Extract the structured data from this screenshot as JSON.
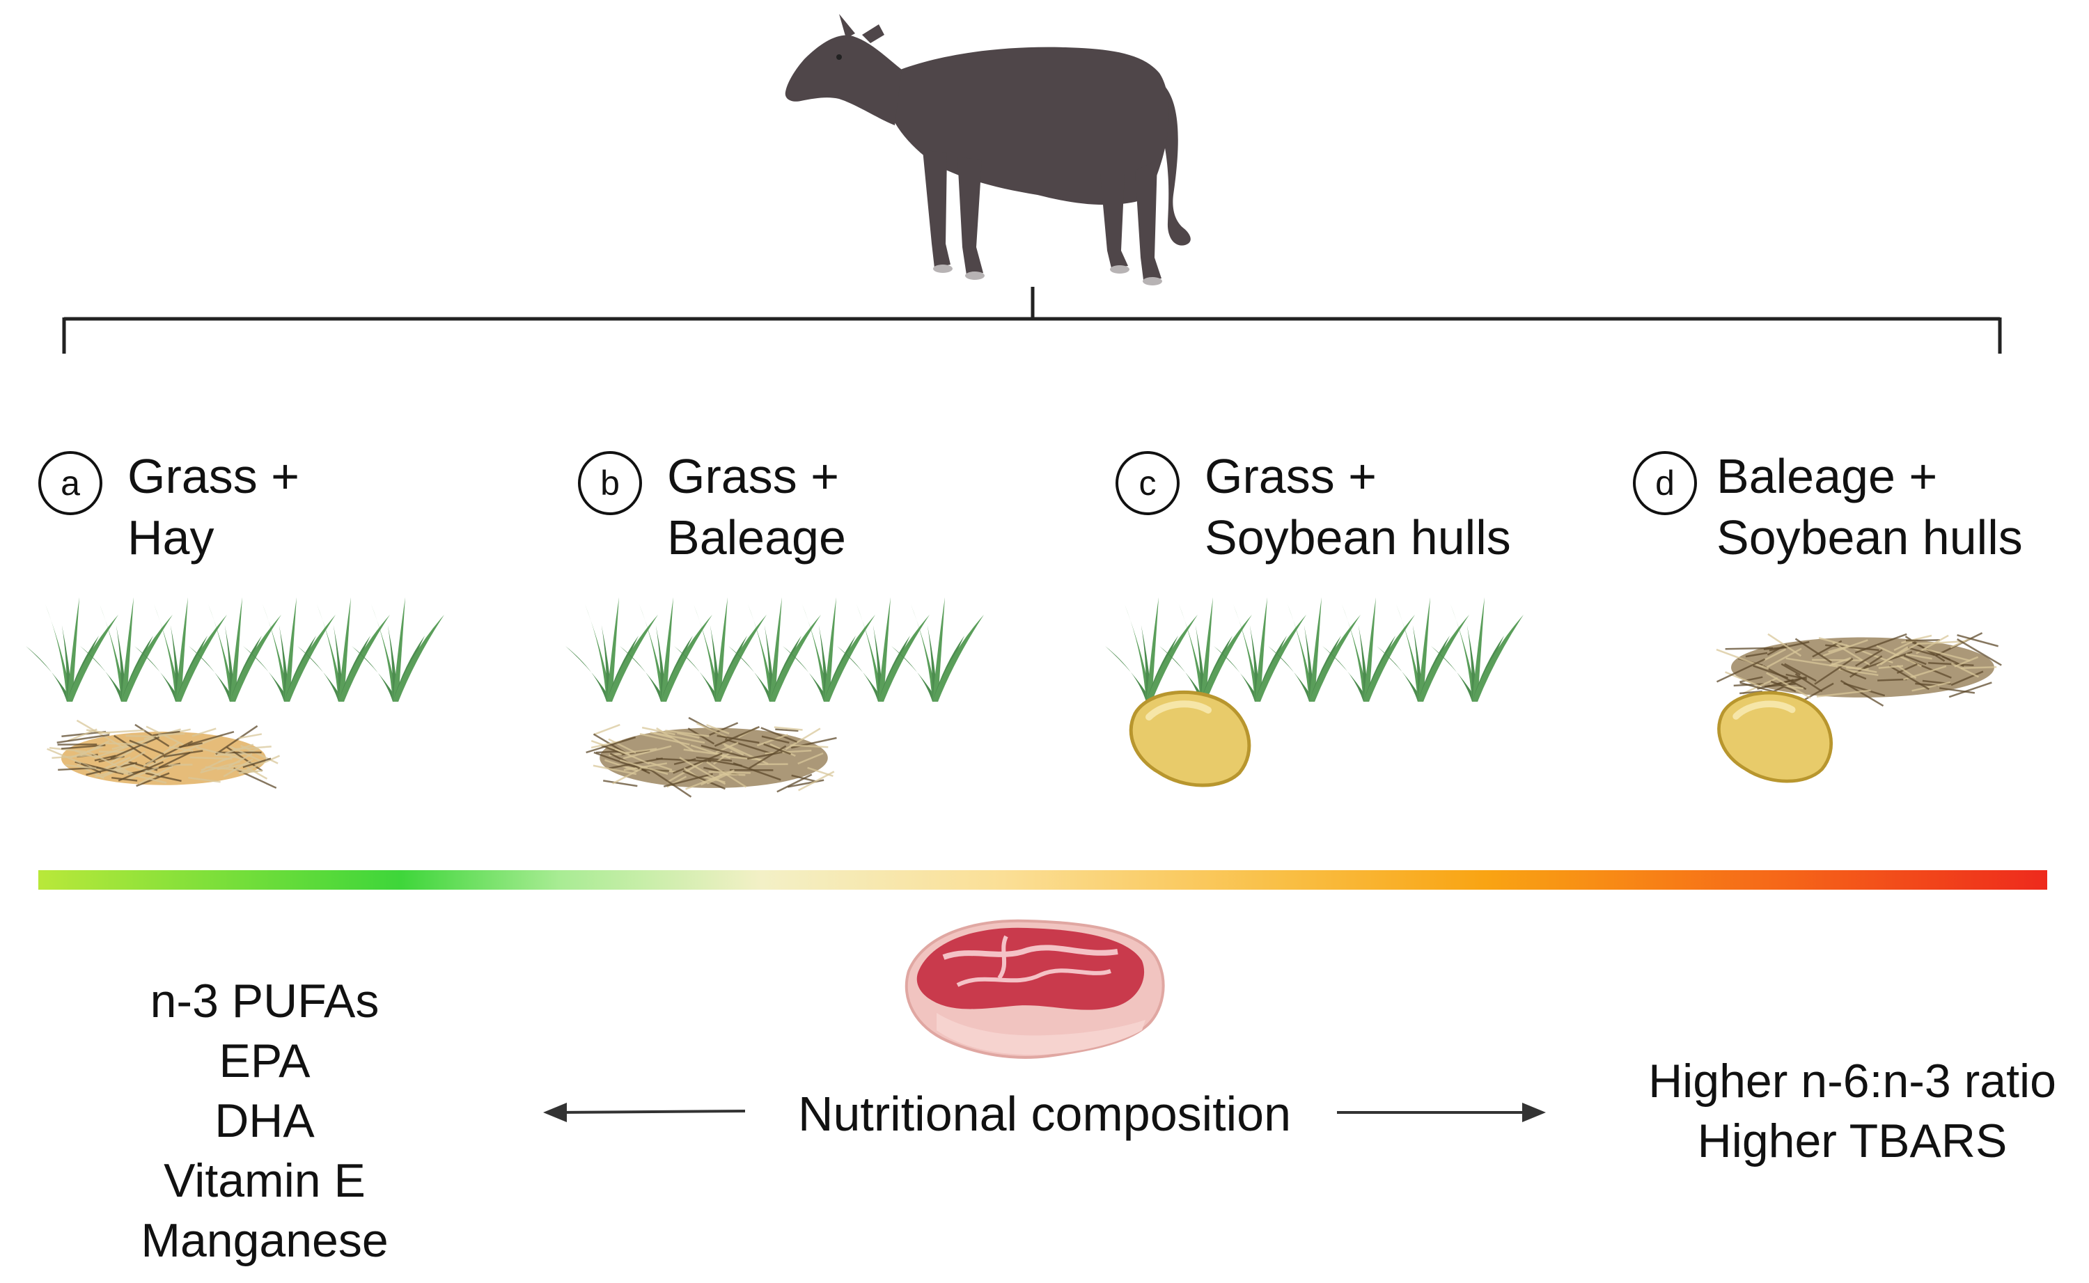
{
  "diets": [
    {
      "letter": "a",
      "line1": "Grass +",
      "line2": "Hay"
    },
    {
      "letter": "b",
      "line1": "Grass +",
      "line2": "Baleage"
    },
    {
      "letter": "c",
      "line1": "Grass +",
      "line2": "Soybean hulls"
    },
    {
      "letter": "d",
      "line1": "Baleage +",
      "line2": "Soybean hulls"
    }
  ],
  "center_label": "Nutritional composition",
  "left_outcomes": [
    "n-3 PUFAs",
    "EPA",
    "DHA",
    "Vitamin E",
    "Manganese"
  ],
  "right_outcomes": [
    "Higher n-6:n-3 ratio",
    "Higher TBARS"
  ],
  "icons": [
    "cow-icon",
    "grass-icon",
    "hay-icon",
    "baleage-icon",
    "soybean-icon",
    "steak-icon"
  ],
  "colors": {
    "cow": "#4f4649",
    "grass": "#5a9e5a",
    "hay": "#e2b062",
    "baleage": "#9c8660",
    "soybean": "#e8cb6a",
    "gradient_start": "#b9e83a",
    "gradient_mid_green": "#3ed63a",
    "gradient_mid_yellow": "#f9bf45",
    "gradient_end": "#ee2a1c"
  }
}
